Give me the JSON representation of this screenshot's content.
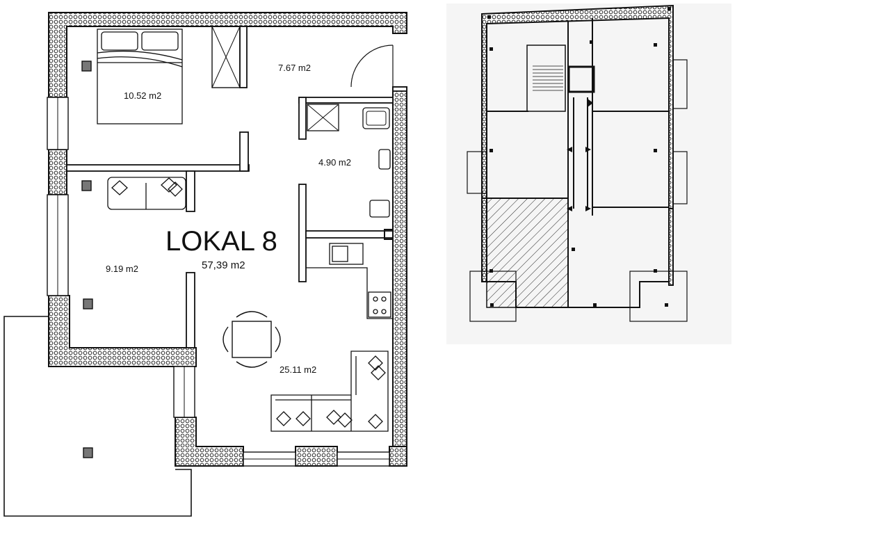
{
  "floorplan": {
    "unit_title": "LOKAL 8",
    "unit_area": "57,39 m2",
    "rooms": [
      {
        "id": "bedroom",
        "area": "10.52 m2"
      },
      {
        "id": "hall",
        "area": "7.67 m2"
      },
      {
        "id": "bathroom",
        "area": "4.90 m2"
      },
      {
        "id": "room-2",
        "area": "9.19 m2"
      },
      {
        "id": "living-kitchen",
        "area": "25.11 m2"
      }
    ]
  },
  "colors": {
    "line": "#111111",
    "wall_fill": "#ffffff",
    "overview_bg": "#f4f4f4",
    "hatch": "#222222"
  }
}
